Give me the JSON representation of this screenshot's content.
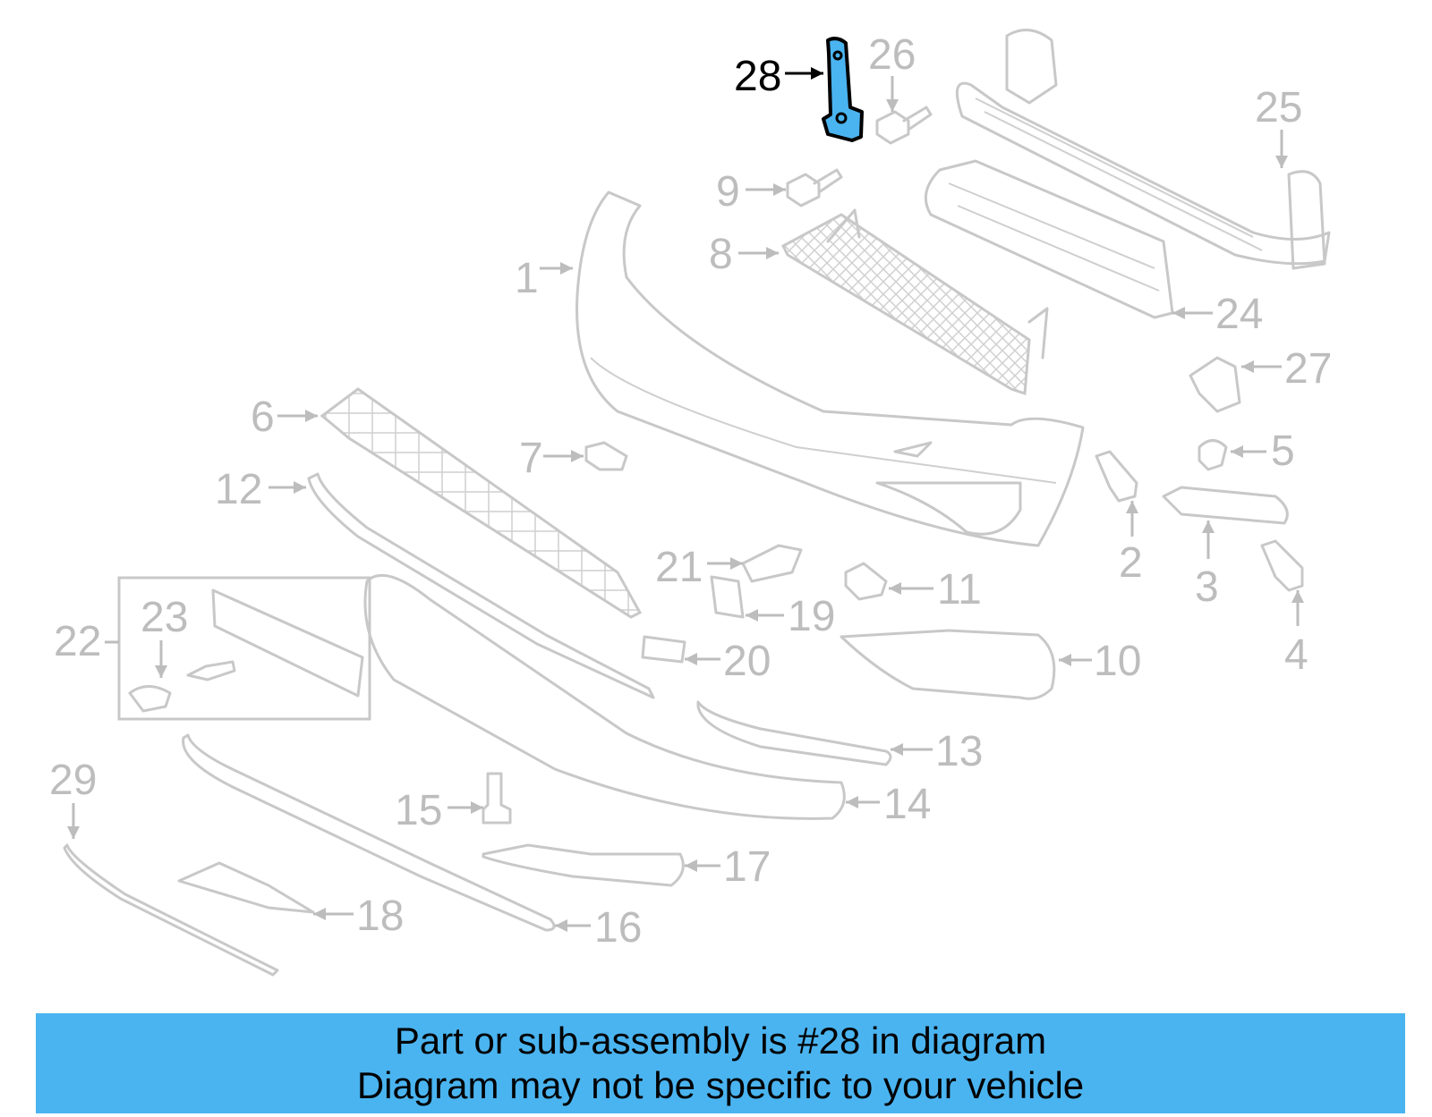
{
  "highlight_color": "#4ab4f0",
  "highlighted_part": "28",
  "callouts": [
    {
      "id": "1",
      "label": "1"
    },
    {
      "id": "2",
      "label": "2"
    },
    {
      "id": "3",
      "label": "3"
    },
    {
      "id": "4",
      "label": "4"
    },
    {
      "id": "5",
      "label": "5"
    },
    {
      "id": "6",
      "label": "6"
    },
    {
      "id": "7",
      "label": "7"
    },
    {
      "id": "8",
      "label": "8"
    },
    {
      "id": "9",
      "label": "9"
    },
    {
      "id": "10",
      "label": "10"
    },
    {
      "id": "11",
      "label": "11"
    },
    {
      "id": "12",
      "label": "12"
    },
    {
      "id": "13",
      "label": "13"
    },
    {
      "id": "14",
      "label": "14"
    },
    {
      "id": "15",
      "label": "15"
    },
    {
      "id": "16",
      "label": "16"
    },
    {
      "id": "17",
      "label": "17"
    },
    {
      "id": "18",
      "label": "18"
    },
    {
      "id": "19",
      "label": "19"
    },
    {
      "id": "20",
      "label": "20"
    },
    {
      "id": "21",
      "label": "21"
    },
    {
      "id": "22",
      "label": "22"
    },
    {
      "id": "23",
      "label": "23"
    },
    {
      "id": "24",
      "label": "24"
    },
    {
      "id": "25",
      "label": "25"
    },
    {
      "id": "26",
      "label": "26"
    },
    {
      "id": "27",
      "label": "27"
    },
    {
      "id": "28",
      "label": "28"
    },
    {
      "id": "29",
      "label": "29"
    }
  ],
  "banner": {
    "line1": "Part or sub-assembly is #28 in diagram",
    "line2": "Diagram may not be specific to your vehicle"
  }
}
